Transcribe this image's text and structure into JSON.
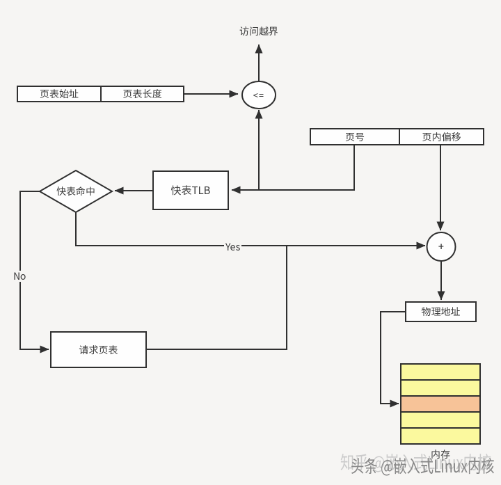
{
  "diagram": {
    "nodes": {
      "page_table_register": {
        "cells": [
          "页表始址",
          "页表长度"
        ]
      },
      "page_number": {
        "cells": [
          "页号",
          "页内偏移"
        ]
      },
      "tlb": {
        "label": "快表TLB"
      },
      "tlb_hit": {
        "label": "快表命中"
      },
      "request_page_table": {
        "label": "请求页表"
      },
      "physical_address": {
        "label": "物理地址"
      },
      "compare": {
        "label": "<="
      },
      "add": {
        "label": "+"
      },
      "memory": {
        "label": "内存",
        "rows": [
          "normal",
          "normal",
          "highlight",
          "normal",
          "normal"
        ]
      }
    },
    "labels": {
      "out_of_bounds": "访问越界",
      "yes": "Yes",
      "no": "No"
    }
  },
  "watermark": {
    "front": "头条 @嵌入式Linux内核",
    "ghost": "知乎 @嵌入式Linux内核"
  },
  "colors": {
    "background": "#f6f5f3",
    "line": "#303030",
    "node_fill": "#fefefe",
    "text": "#3c3c3c",
    "memory_normal": "#fbf99e",
    "memory_highlight": "#f7c398",
    "watermark_front": "#878787",
    "watermark_ghost": "#cbcbcb"
  }
}
